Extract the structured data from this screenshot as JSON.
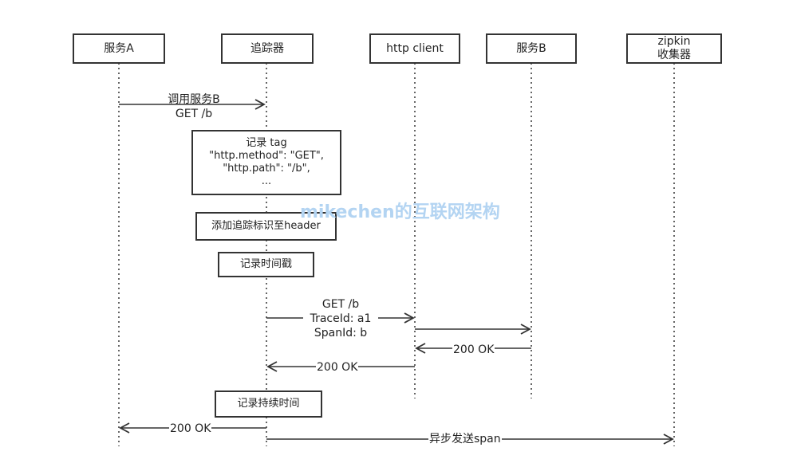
{
  "participants": {
    "service_a": "服务A",
    "tracer": "追踪器",
    "http_client": "http client",
    "service_b": "服务B",
    "zipkin": "zipkin\n收集器"
  },
  "messages": {
    "call_service_b": "调用服务B\nGET /b",
    "get_request": "GET /b\nTraceId: a1\nSpanId: b",
    "resp_b_to_client": "200 OK",
    "resp_client_to_tracer": "200 OK",
    "resp_tracer_to_a": "200 OK",
    "async_send_span": "异步发送span"
  },
  "notes": {
    "record_tag": "记录 tag\n\"http.method\": \"GET\",\n\"http.path\": \"/b\",\n...",
    "add_trace_header": "添加追踪标识至header",
    "record_timestamp": "记录时间戳",
    "record_duration": "记录持续时间"
  },
  "watermark": "mikechen的互联网架构"
}
